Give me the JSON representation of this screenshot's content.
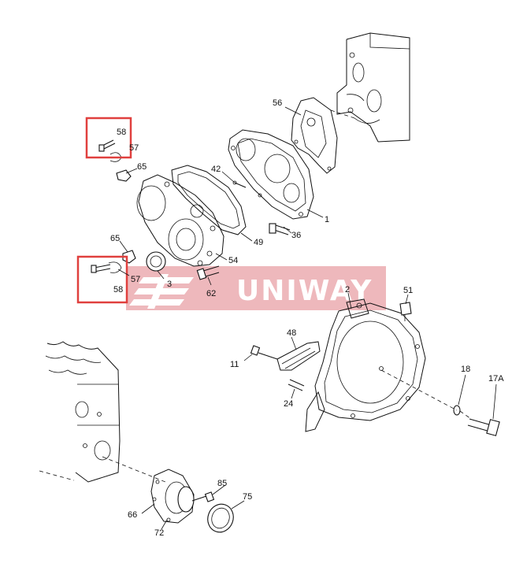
{
  "watermark": {
    "text": "UNIWAY",
    "color": "#e8a0a6"
  },
  "highlight_color": "#e0403e",
  "labels": {
    "p56": "56",
    "p42": "42",
    "p1": "1",
    "p36": "36",
    "p49": "49",
    "p54": "54",
    "p62": "62",
    "p3": "3",
    "p65a": "65",
    "p65b": "65",
    "p57a": "57",
    "p57b": "57",
    "p58a": "58",
    "p58b": "58",
    "p2": "2",
    "p51": "51",
    "p48": "48",
    "p11": "11",
    "p24": "24",
    "p18": "18",
    "p17a": "17A",
    "p85": "85",
    "p75": "75",
    "p66": "66",
    "p72": "72"
  }
}
